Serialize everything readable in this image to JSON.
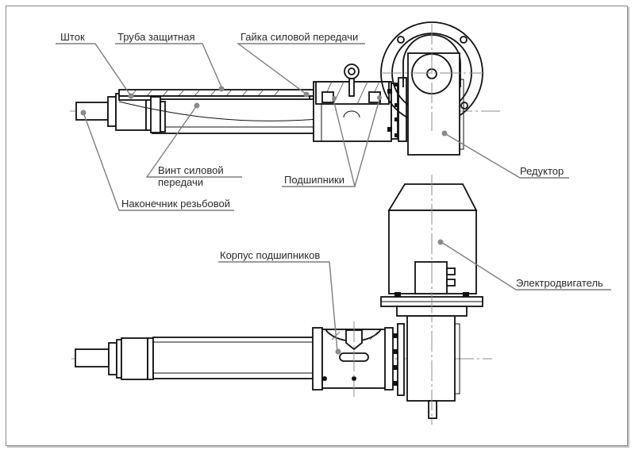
{
  "diagram": {
    "title": "Электромеханический привод — общий вид",
    "views": [
      "side-section-view",
      "top-view"
    ],
    "labels": {
      "rod": "Шток",
      "protective_tube": "Труба защитная",
      "power_nut": "Гайка силовой передачи",
      "power_screw_line1": "Винт силовой",
      "power_screw_line2": "передачи",
      "threaded_tip": "Наконечник резьбовой",
      "bearings": "Подшипники",
      "gearbox": "Редуктор",
      "bearing_housing": "Корпус подшипников",
      "electric_motor": "Электродвигатель"
    },
    "colors": {
      "outline": "#111111",
      "leader": "#7d7d7d",
      "centerline": "#8c8c8c",
      "frame": "#8a8a8a",
      "text": "#2a2a2a"
    }
  }
}
